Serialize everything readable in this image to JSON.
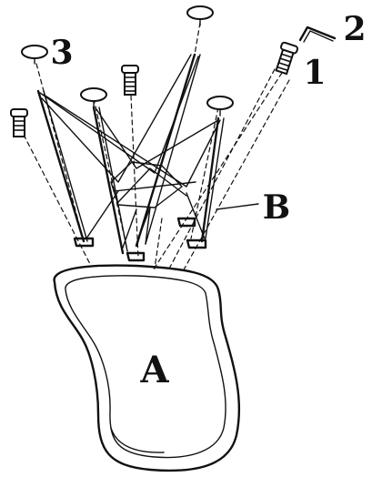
{
  "labels": {
    "seat": "A",
    "base_frame": "B",
    "screw_part": "1",
    "allen_key_part": "2",
    "washer_part": "3"
  },
  "colors": {
    "ink": "#111111",
    "paper": "#ffffff"
  }
}
